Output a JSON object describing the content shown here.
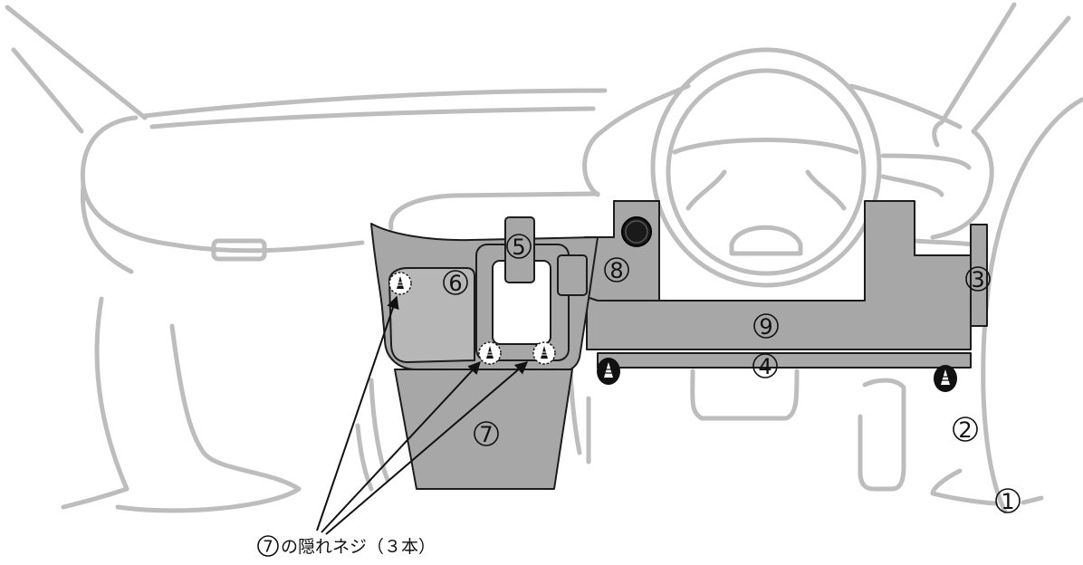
{
  "labels": {
    "l1": "1",
    "l2": "2",
    "l3": "3",
    "l4": "4",
    "l5": "5",
    "l6": "6",
    "l7": "7",
    "l8": "8",
    "l9": "9"
  },
  "caption": {
    "ref": "7",
    "text": "の隠れネジ（３本）"
  },
  "colors": {
    "outline": "#bdbdbd",
    "panel": "#a7a7a7",
    "ink": "#111111"
  }
}
